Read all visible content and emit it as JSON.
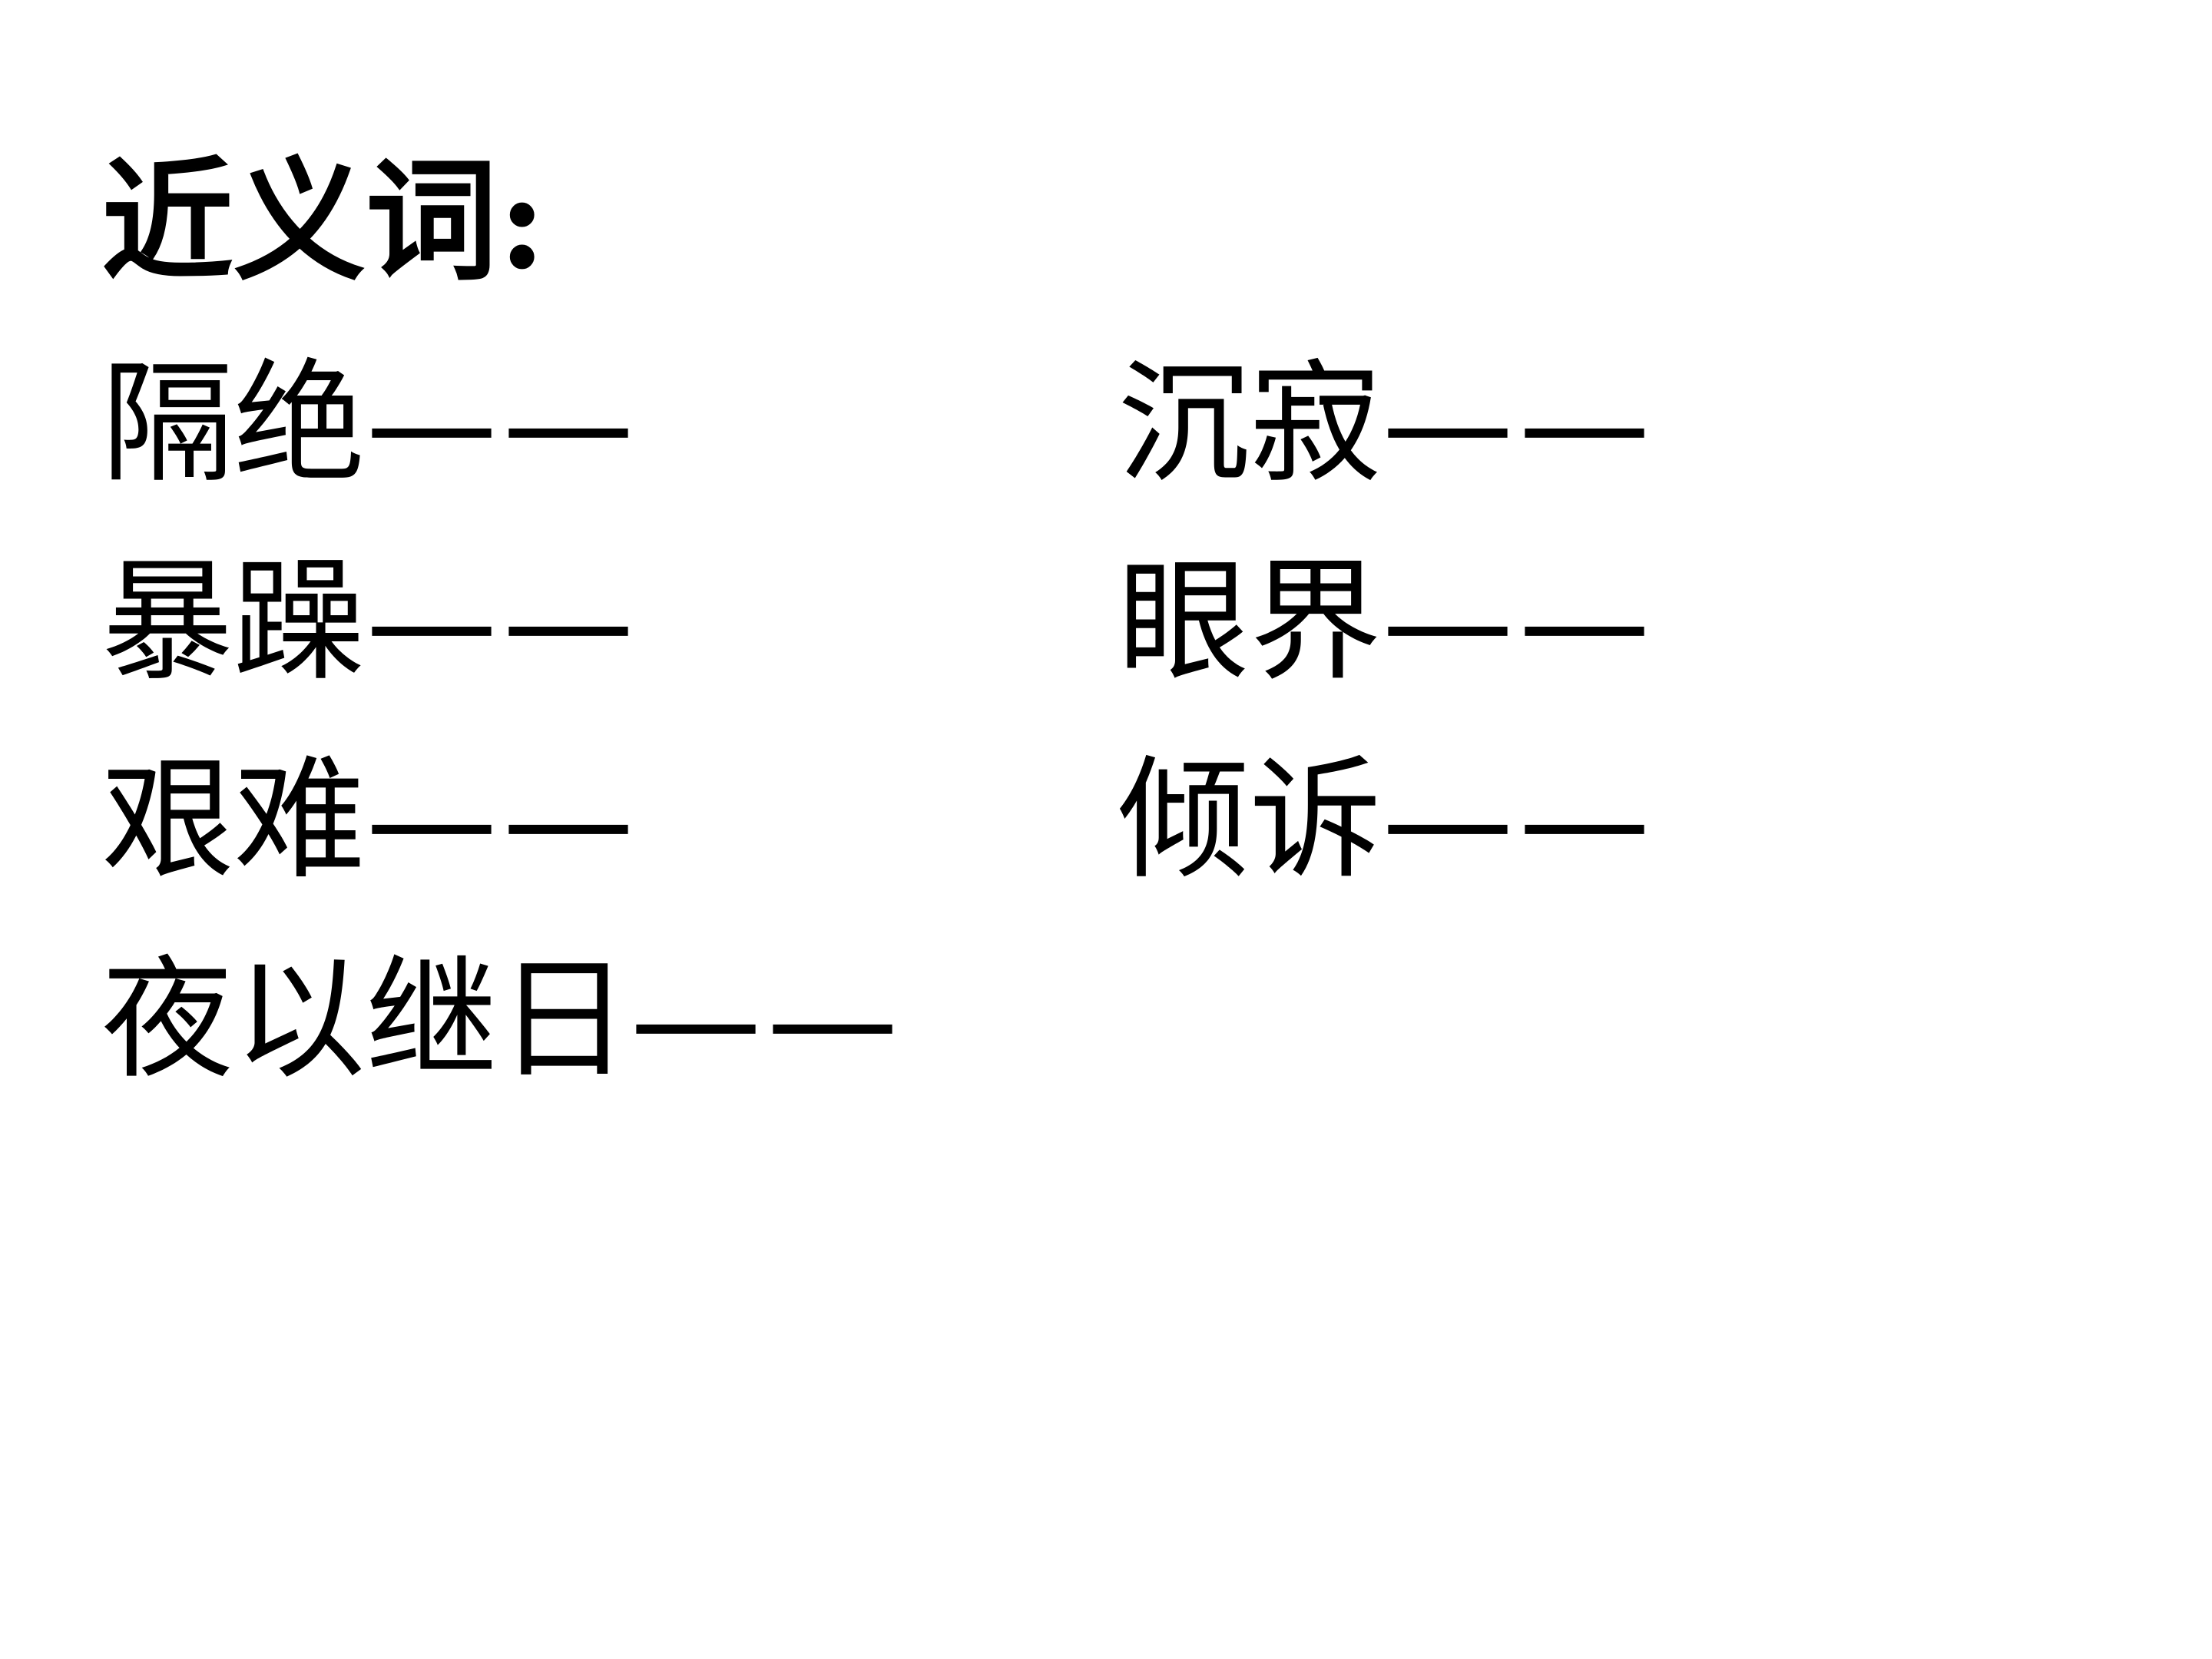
{
  "title": "近义词:",
  "words": [
    {
      "term": "隔绝",
      "dash": "——"
    },
    {
      "term": "沉寂",
      "dash": "——"
    },
    {
      "term": "暴躁",
      "dash": "——"
    },
    {
      "term": "眼界",
      "dash": "——"
    },
    {
      "term": "艰难",
      "dash": "——"
    },
    {
      "term": "倾诉",
      "dash": "——"
    },
    {
      "term": "夜以继日",
      "dash": "——"
    }
  ]
}
